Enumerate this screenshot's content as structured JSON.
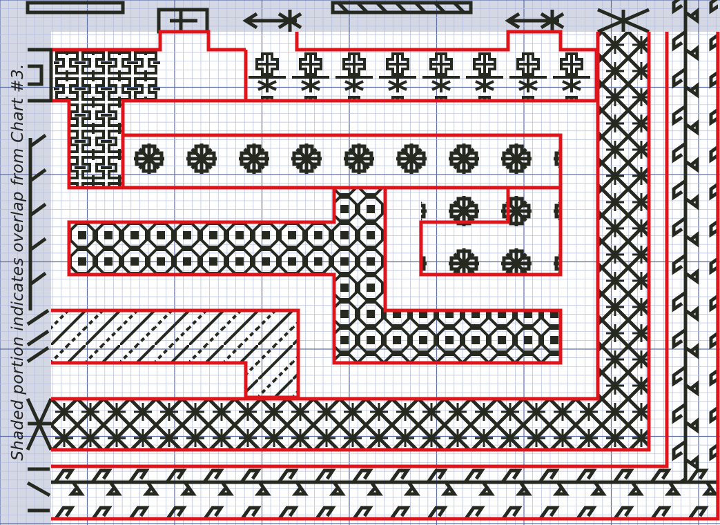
{
  "caption": "Shaded portion indicates overlap from Chart #3.",
  "colors": {
    "background": "#ffffff",
    "shaded_overlap": "#d4d8e4",
    "grid_minor": "#b3bde0",
    "grid_major": "#5e6fa6",
    "stitch": "#26291f",
    "region_outline": "#e0141b"
  },
  "grid": {
    "minor_lines": true,
    "major_every_cells": 10
  },
  "shaded_overlap_regions": [
    "top-strip",
    "left-strip"
  ],
  "pattern_regions": [
    {
      "id": "maze-corner",
      "motif": "interlocking-key-maze"
    },
    {
      "id": "cross-band-top",
      "motif": "four-petal-cross-and-star"
    },
    {
      "id": "flower-band",
      "motif": "eight-spoke-flower"
    },
    {
      "id": "flower-stem-panel",
      "motif": "flower-on-stem"
    },
    {
      "id": "octagon-chain",
      "motif": "octagon-lattice"
    },
    {
      "id": "diagonal-stripe-band",
      "motif": "diagonal-stripes-with-dashes"
    },
    {
      "id": "diamond-lattice-band",
      "motif": "diamond-lattice-with-stars"
    },
    {
      "id": "vine-border",
      "motif": "vine-scroll"
    }
  ]
}
